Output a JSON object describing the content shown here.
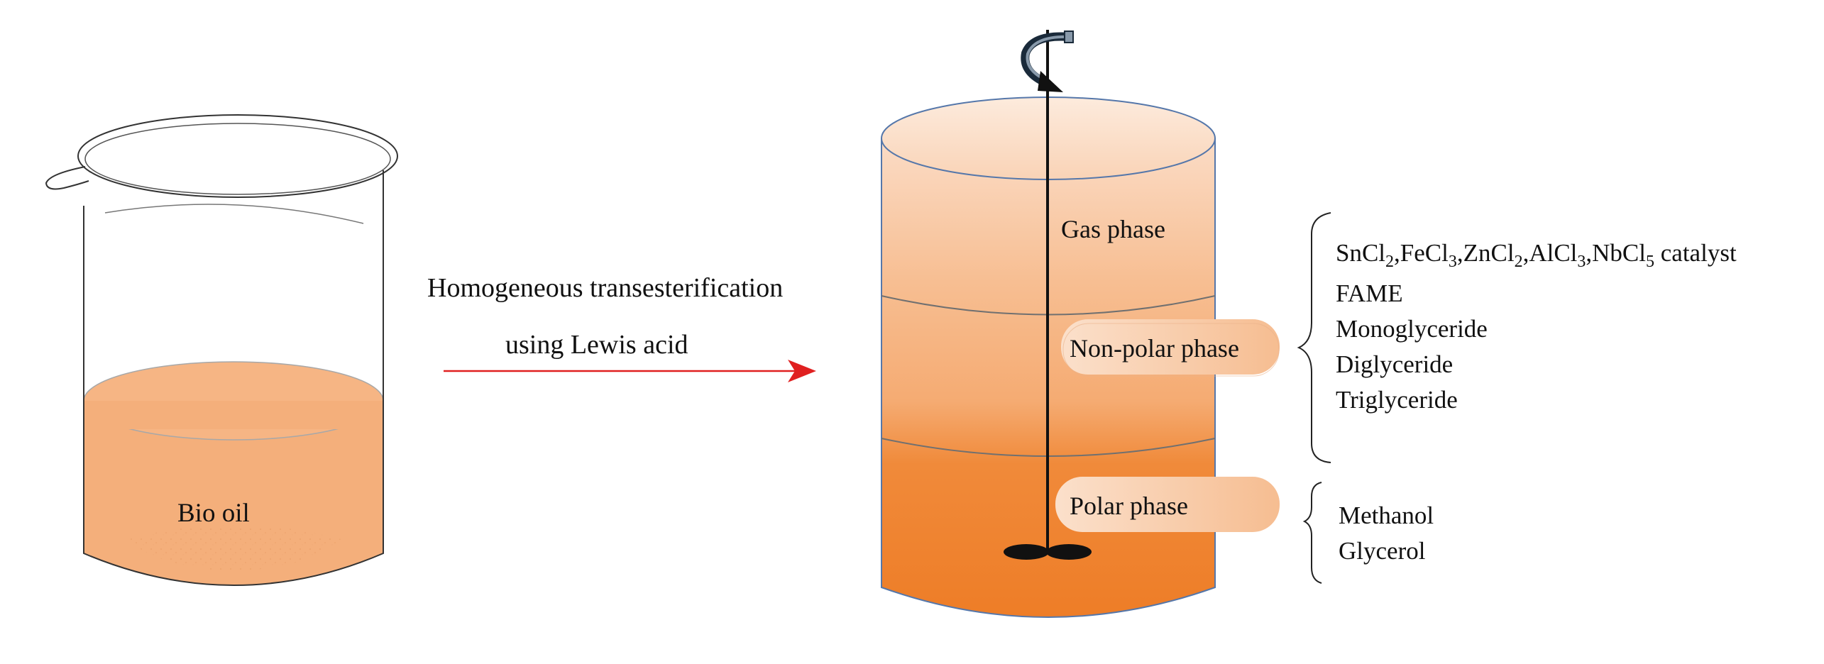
{
  "beaker": {
    "label": "Bio oil",
    "liquid_color": "#F4AF7B"
  },
  "arrow": {
    "line1": "Homogeneous transesterification",
    "line2": "using Lewis acid",
    "color": "#E02020"
  },
  "reactor": {
    "top_color": "#FBDCC6",
    "bottom_color": "#EE7D27",
    "phases": {
      "gas": "Gas phase",
      "nonpolar": "Non-polar phase",
      "polar": "Polar phase"
    },
    "pill_color": "#F8C9A3"
  },
  "nonpolar_contents": {
    "catalyst": {
      "items": [
        {
          "base": "SnCl",
          "sub": "2"
        },
        {
          "base": "FeCl",
          "sub": "3"
        },
        {
          "base": "ZnCl",
          "sub": "2"
        },
        {
          "base": "AlCl",
          "sub": "3"
        },
        {
          "base": "NbCl",
          "sub": "5"
        }
      ],
      "separator": ",",
      "suffix": " catalyst"
    },
    "items": [
      "FAME",
      "Monoglyceride",
      "Diglyceride",
      "Triglyceride"
    ]
  },
  "polar_contents": {
    "items": [
      "Methanol",
      "Glycerol"
    ]
  },
  "icons": {
    "rotation": "curved-rotation-arrow-icon",
    "stirrer": "impeller-icon"
  }
}
